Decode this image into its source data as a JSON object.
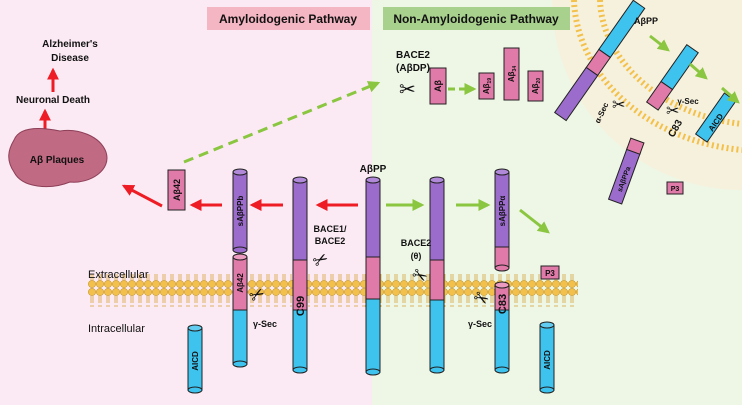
{
  "headers": {
    "amyloidogenic": "Amyloidogenic Pathway",
    "non_amyloidogenic": "Non-Amyloidogenic Pathway"
  },
  "colors": {
    "amyloidogenic_header_bg": "#f4b6c2",
    "non_amyloidogenic_header_bg": "#a9d18e",
    "purple_domain": "#9b6ccc",
    "pink_domain": "#e07aa8",
    "blue_domain": "#3ec3ef",
    "red_arrow": "#ee1c24",
    "green_arrow": "#8ac640",
    "plaque": "#c06a83"
  },
  "outcome": {
    "alzheimers_line1": "Alzheimer's",
    "alzheimers_line2": "Disease",
    "neuronal_death": "Neuronal  Death",
    "plaques": "Aβ Plaques"
  },
  "membrane": {
    "extracellular": "Extracellular",
    "intracellular": "Intracellular"
  },
  "proteins": {
    "abeta42_free": "Aβ42",
    "sappb": "sAβPPb",
    "c99": "C99",
    "abpp_center": "AβPP",
    "sappa": "sAβPPα",
    "c83": "C83",
    "abeta42_membrane": "Aβ42",
    "aicd": "AICD",
    "p3": "P3"
  },
  "enzymes": {
    "bace1_line1": "BACE1/",
    "bace1_line2": "BACE2",
    "bace2_line1": "BACE2",
    "bace2_line2": "(θ)",
    "gamma_sec": "γ-Sec",
    "alpha_sec": "α-Sec"
  },
  "bace2_adp": {
    "line1": "BACE2",
    "line2": "(AβDP)",
    "abeta": "Aβ",
    "abeta_sub19": "19",
    "abeta_sub34": "34",
    "abeta_sub20": "20",
    "abeta_prefix": "Aβ"
  },
  "inset": {
    "abpp": "AβPP",
    "sappa": "sAβPPa",
    "c83": "C83",
    "aicd": "AICD",
    "p3": "P3",
    "alpha_sec": "α-Sec",
    "gamma_sec": "γ-Sec"
  }
}
